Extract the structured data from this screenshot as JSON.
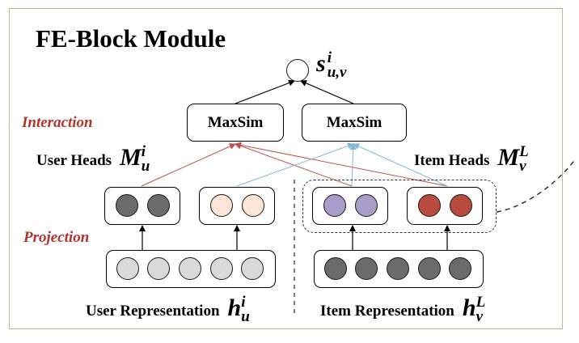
{
  "title": "FE-Block Module",
  "labels": {
    "interaction": "Interaction",
    "projection": "Projection",
    "user_heads": "User Heads",
    "item_heads": "Item Heads",
    "user_repr": "User Representation",
    "item_repr": "Item Representation"
  },
  "math": {
    "score": {
      "base": "s",
      "sub": "u,v",
      "sup": "i"
    },
    "user_heads": {
      "base": "M",
      "sub": "u",
      "sup": "i"
    },
    "item_heads": {
      "base": "M",
      "sub": "v",
      "sup": "L"
    },
    "user_repr": {
      "base": "h",
      "sub": "u",
      "sup": "i"
    },
    "item_repr": {
      "base": "h",
      "sub": "v",
      "sup": "L"
    }
  },
  "maxsim": [
    "MaxSim",
    "MaxSim"
  ],
  "colors": {
    "frame": "#a6c78a",
    "label_red": "#b0342c",
    "user_head_dark": "#6b6b6b",
    "user_head_light": "#fbe5d6",
    "item_head_purple": "#a89cc8",
    "item_head_red": "#b84a3e",
    "user_repr": "#d9d9d9",
    "item_repr": "#6b6b6b",
    "arrow_red": "#c0504d",
    "arrow_blue": "#7fb7d8"
  }
}
